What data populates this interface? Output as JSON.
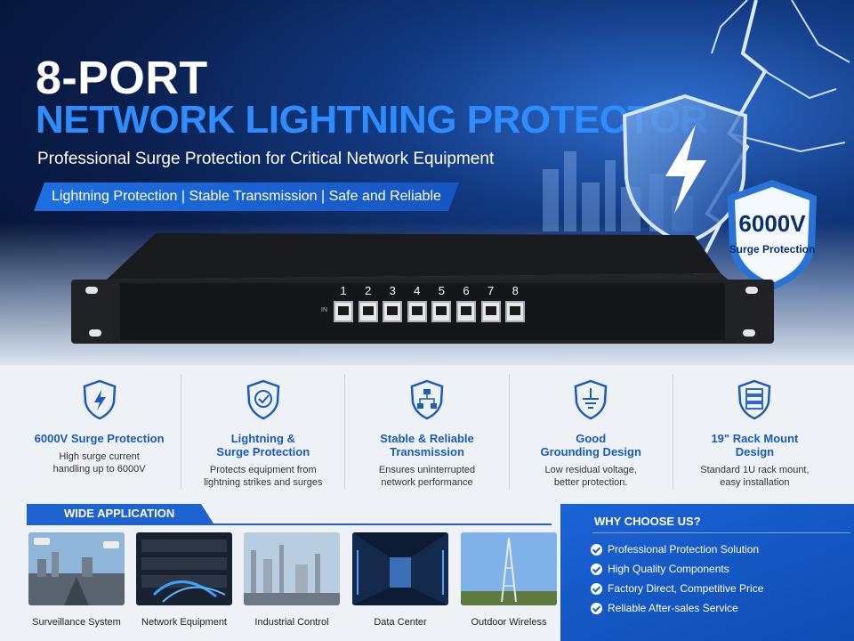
{
  "hero": {
    "title_line1": "8-PORT",
    "title_line2": "NETWORK LIGHTNING PROTECTOR",
    "subtitle": "Professional Surge Protection for Critical Network Equipment",
    "ribbon": "Lightning Protection | Stable Transmission | Safe and Reliable",
    "badge_value": "6000V",
    "badge_caption": "Surge Protection",
    "accent_color": "#2f8cff"
  },
  "device": {
    "in_label": "IN",
    "ports": [
      "1",
      "2",
      "3",
      "4",
      "5",
      "6",
      "7",
      "8"
    ]
  },
  "features": [
    {
      "icon": "surge-shield-icon",
      "title_l1": "6000V Surge Protection",
      "title_l2": "",
      "desc_l1": "High surge current",
      "desc_l2": "handling up to 6000V"
    },
    {
      "icon": "check-shield-icon",
      "title_l1": "Lightning &",
      "title_l2": "Surge Protection",
      "desc_l1": "Protects equipment from",
      "desc_l2": "lightning strikes and surges"
    },
    {
      "icon": "network-icon",
      "title_l1": "Stable & Reliable",
      "title_l2": "Transmission",
      "desc_l1": "Ensures uninterrupted",
      "desc_l2": "network performance"
    },
    {
      "icon": "ground-shield-icon",
      "title_l1": "Good",
      "title_l2": "Grounding Design",
      "desc_l1": "Low residual voltage,",
      "desc_l2": "better protection."
    },
    {
      "icon": "rack-icon",
      "title_l1": "19\" Rack Mount",
      "title_l2": "Design",
      "desc_l1": "Standard 1U rack mount,",
      "desc_l2": "easy installation"
    }
  ],
  "applications": {
    "label": "WIDE APPLICATION",
    "items": [
      "Surveillance System",
      "Network Equipment",
      "Industrial Control",
      "Data Center",
      "Outdoor Wireless"
    ]
  },
  "why": {
    "title": "WHY CHOOSE US?",
    "items": [
      "Professional Protection Solution",
      "High Quality Components",
      "Factory Direct, Competitive Price",
      "Reliable After-sales Service"
    ]
  }
}
